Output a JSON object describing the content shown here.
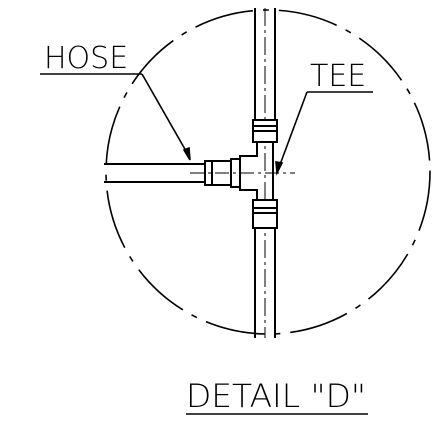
{
  "labels": {
    "hose": "HOSE",
    "tee": "TEE",
    "detail_title": "DETAIL \"D\""
  },
  "colors": {
    "line": "#000000",
    "background": "#ffffff"
  }
}
